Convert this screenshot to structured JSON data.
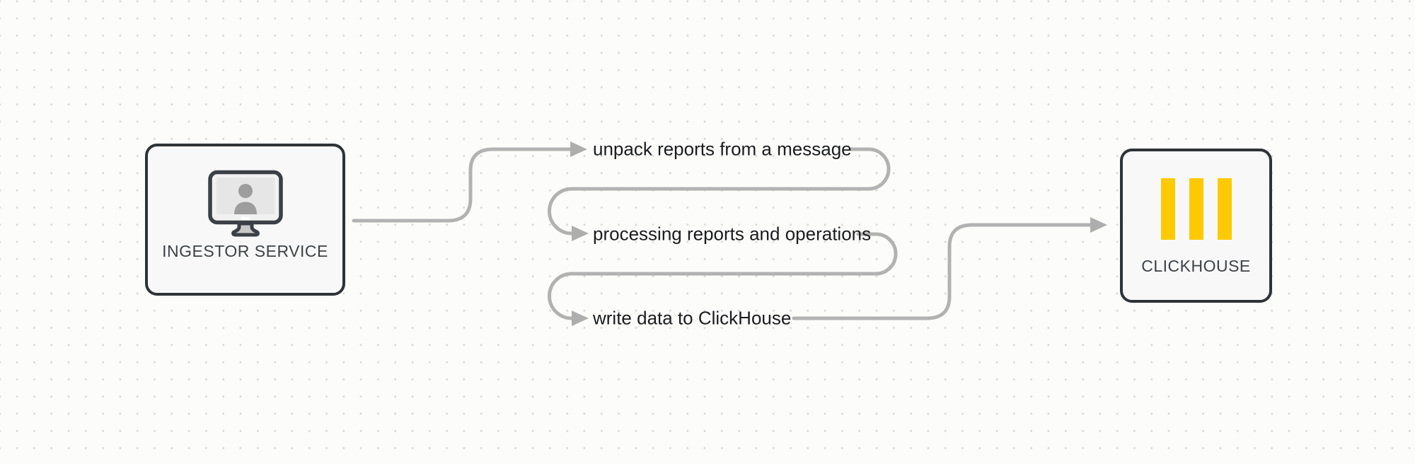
{
  "theme": {
    "background": "#fcfcfb",
    "dot": "#d9d9d7",
    "node_border": "#2e3338",
    "node_fill": "#f7f8f7",
    "connector": "#b2b2b2",
    "arrowhead": "#aeaeae",
    "step_text": "#1a1c1e",
    "node_label_text": "#3d4247",
    "clickhouse_yellow": "#fdc900"
  },
  "nodes": {
    "ingestor": {
      "label": "INGESTOR SERVICE",
      "icon": "monitor-user-icon"
    },
    "clickhouse": {
      "label": "CLICKHOUSE",
      "icon": "clickhouse-bars-icon"
    }
  },
  "steps": [
    {
      "label": "unpack reports from a message"
    },
    {
      "label": "processing reports and operations"
    },
    {
      "label": "write data to ClickHouse"
    }
  ]
}
